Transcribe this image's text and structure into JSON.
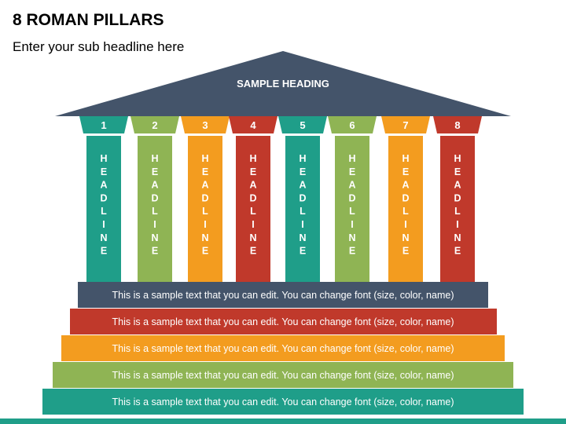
{
  "page": {
    "title": "8 ROMAN PILLARS",
    "subtitle": "Enter your sub headline here"
  },
  "roof": {
    "heading": "SAMPLE HEADING",
    "color": "#44546a"
  },
  "pillars": [
    {
      "number": "1",
      "label": "HEADLINE",
      "color": "#1f9e89"
    },
    {
      "number": "2",
      "label": "HEADLINE",
      "color": "#8fb454"
    },
    {
      "number": "3",
      "label": "HEADLINE",
      "color": "#f39c1f"
    },
    {
      "number": "4",
      "label": "HEADLINE",
      "color": "#c0392b"
    },
    {
      "number": "5",
      "label": "HEADLINE",
      "color": "#1f9e89"
    },
    {
      "number": "6",
      "label": "HEADLINE",
      "color": "#8fb454"
    },
    {
      "number": "7",
      "label": "HEADLINE",
      "color": "#f39c1f"
    },
    {
      "number": "8",
      "label": "HEADLINE",
      "color": "#c0392b"
    }
  ],
  "steps": [
    {
      "text": "This is a sample text that you can edit. You can change font (size, color, name)",
      "color": "#44546a"
    },
    {
      "text": "This is a sample text that you can edit. You can change font (size, color, name)",
      "color": "#c0392b"
    },
    {
      "text": "This is a sample text that you can edit. You can change font (size, color, name)",
      "color": "#f39c1f"
    },
    {
      "text": "This is a sample text that you can edit. You can change font (size, color, name)",
      "color": "#8fb454"
    },
    {
      "text": "This is a sample text that you can edit. You can change font (size, color, name)",
      "color": "#1f9e89"
    }
  ],
  "footer": {
    "line_color": "#1f9e89"
  }
}
